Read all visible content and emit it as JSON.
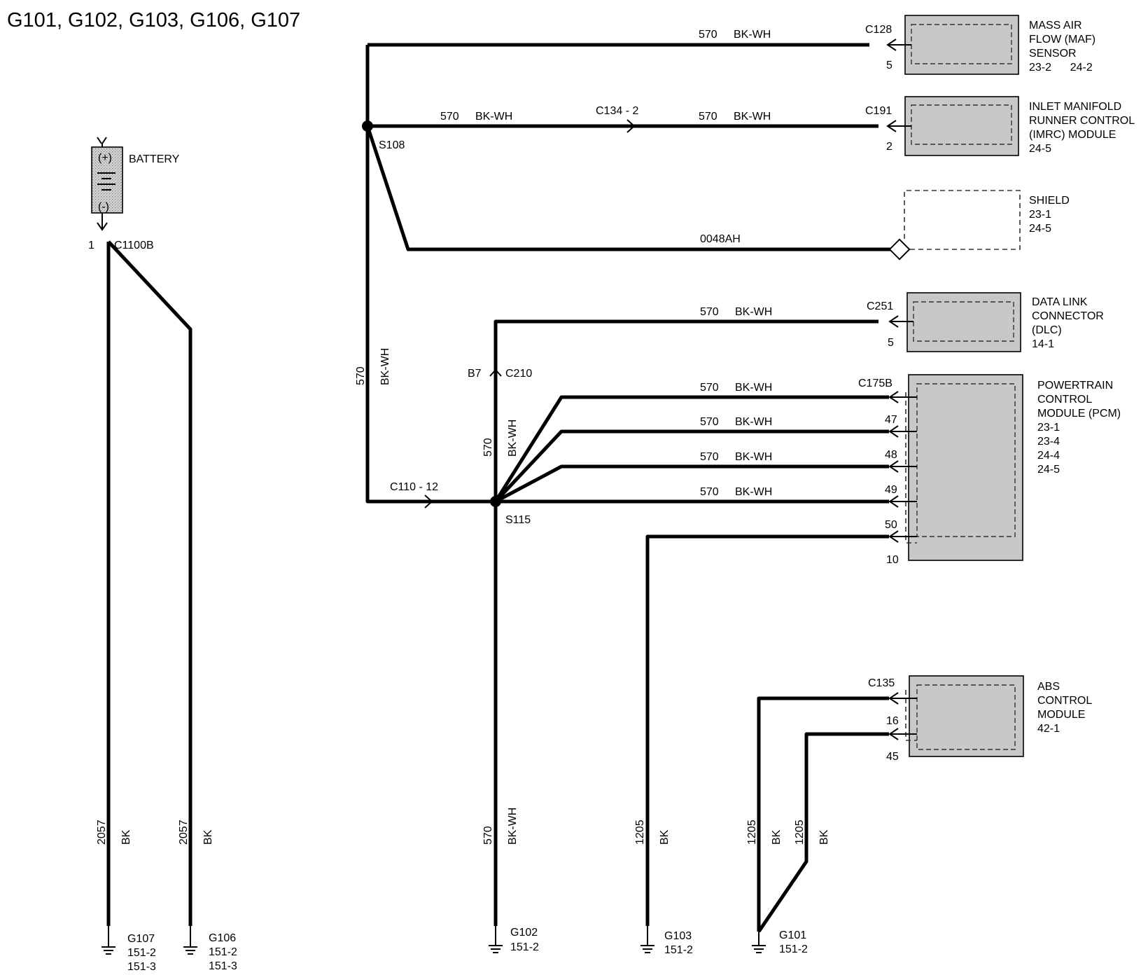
{
  "title": "G101, G102, G103, G106, G107",
  "battery": {
    "label": "BATTERY",
    "pin": "1",
    "connector": "C1100B"
  },
  "splices": {
    "s108": "S108",
    "s115": "S115"
  },
  "wire": {
    "num570": "570",
    "color570": "BK-WH",
    "num2057": "2057",
    "num1205": "1205",
    "colorBK": "BK",
    "shield": "0048AH"
  },
  "inline": {
    "c134": "C134 - 2",
    "c110": "C110 - 12",
    "c210": "C210",
    "b7": "B7"
  },
  "components": {
    "maf": {
      "connector": "C128",
      "pin": "5",
      "name": [
        "MASS AIR",
        "FLOW (MAF)",
        "SENSOR",
        "23-2      24-2"
      ]
    },
    "imrc": {
      "connector": "C191",
      "pin": "2",
      "name": [
        "INLET MANIFOLD",
        "RUNNER CONTROL",
        "(IMRC) MODULE",
        "24-5"
      ]
    },
    "shield": {
      "name": [
        "SHIELD",
        "23-1",
        "24-5"
      ]
    },
    "dlc": {
      "connector": "C251",
      "pin": "5",
      "name": [
        "DATA LINK",
        "CONNECTOR",
        "(DLC)",
        "14-1"
      ]
    },
    "pcm": {
      "connector": "C175B",
      "pins": [
        "47",
        "48",
        "49",
        "50",
        "10"
      ],
      "name": [
        "POWERTRAIN",
        "CONTROL",
        "MODULE (PCM)",
        "23-1",
        "23-4",
        "24-4",
        "24-5"
      ]
    },
    "abs": {
      "connector": "C135",
      "pins": [
        "16",
        "45"
      ],
      "name": [
        "ABS",
        "CONTROL",
        "MODULE",
        "42-1"
      ]
    }
  },
  "grounds": {
    "g107": [
      "G107",
      "151-2",
      "151-3"
    ],
    "g106": [
      "G106",
      "151-2",
      "151-3"
    ],
    "g102": [
      "G102",
      "151-2"
    ],
    "g103": [
      "G103",
      "151-2"
    ],
    "g101": [
      "G101",
      "151-2"
    ]
  },
  "colors": {
    "module_fill": "#c8c8c8",
    "wire": "#000000"
  }
}
